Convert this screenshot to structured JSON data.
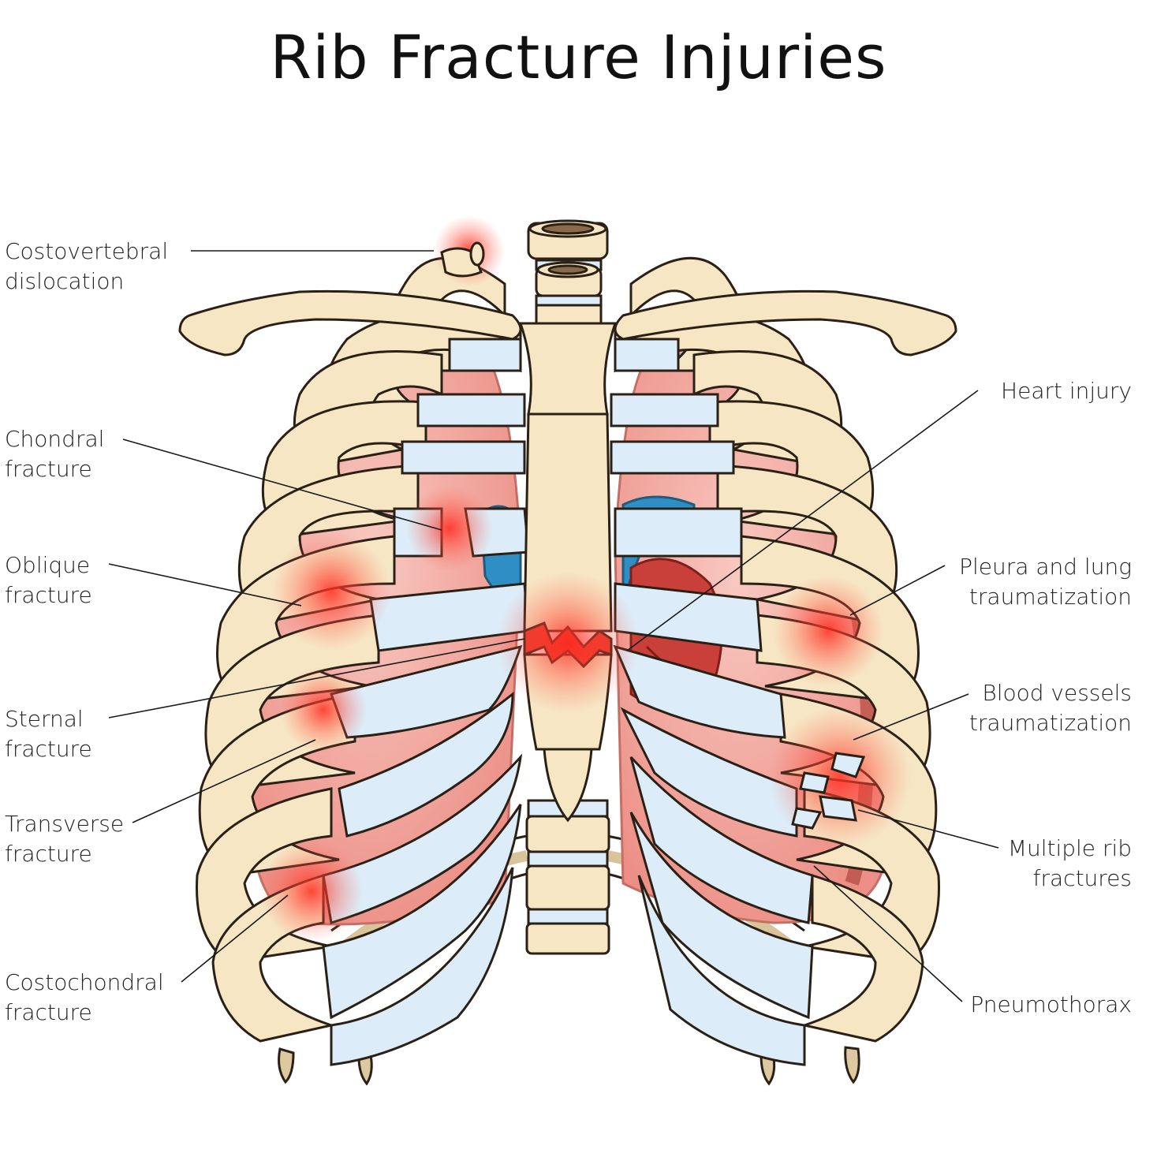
{
  "title": "Rib Fracture Injuries",
  "colors": {
    "bone": "#f6e6c4",
    "cartilage": "#dcecf8",
    "lung": "#f2a79f",
    "injury": "#e8332a",
    "outline": "#2b2016",
    "vessel": "#2f8fc5"
  },
  "labels": {
    "costovertebral": [
      "Costovertebral",
      "dislocation"
    ],
    "chondral": [
      "Chondral",
      "fracture"
    ],
    "oblique": [
      "Oblique",
      "fracture"
    ],
    "sternal": [
      "Sternal",
      "fracture"
    ],
    "transverse": [
      "Transverse",
      "fracture"
    ],
    "costochondral": [
      "Costochondral",
      "fracture"
    ],
    "heart": [
      "Heart injury"
    ],
    "pleura": [
      "Pleura and lung",
      "traumatization"
    ],
    "vessels": [
      "Blood vessels",
      "traumatization"
    ],
    "multiple": [
      "Multiple rib",
      "fractures"
    ],
    "pneumothorax": [
      "Pneumothorax"
    ]
  }
}
